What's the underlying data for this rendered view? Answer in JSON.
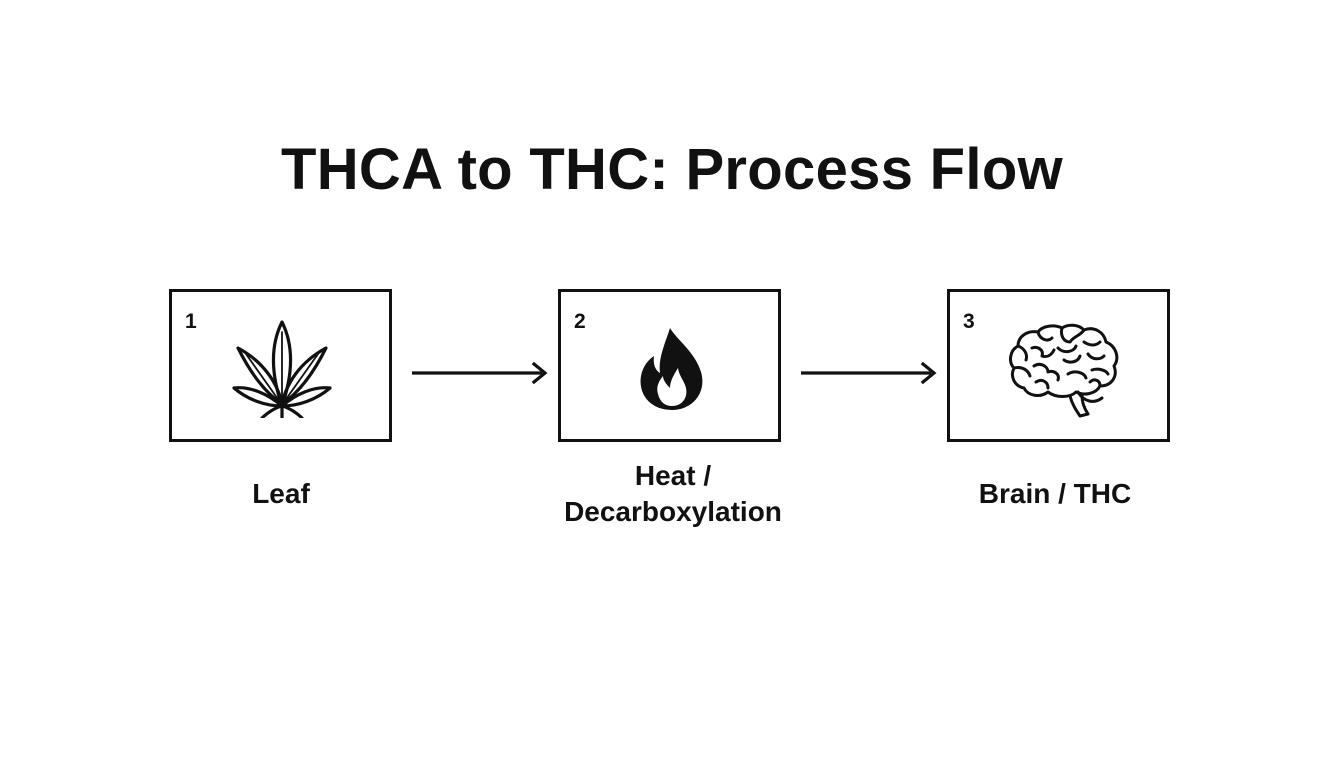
{
  "title": "THCA to THC: Process Flow",
  "steps": [
    {
      "number": "1",
      "label": "Leaf",
      "icon": "cannabis-leaf-icon"
    },
    {
      "number": "2",
      "label": "Heat /\nDecarboxylation",
      "icon": "flame-icon"
    },
    {
      "number": "3",
      "label": "Brain / THC",
      "icon": "brain-icon"
    }
  ],
  "colors": {
    "ink": "#111111",
    "background": "#ffffff"
  }
}
